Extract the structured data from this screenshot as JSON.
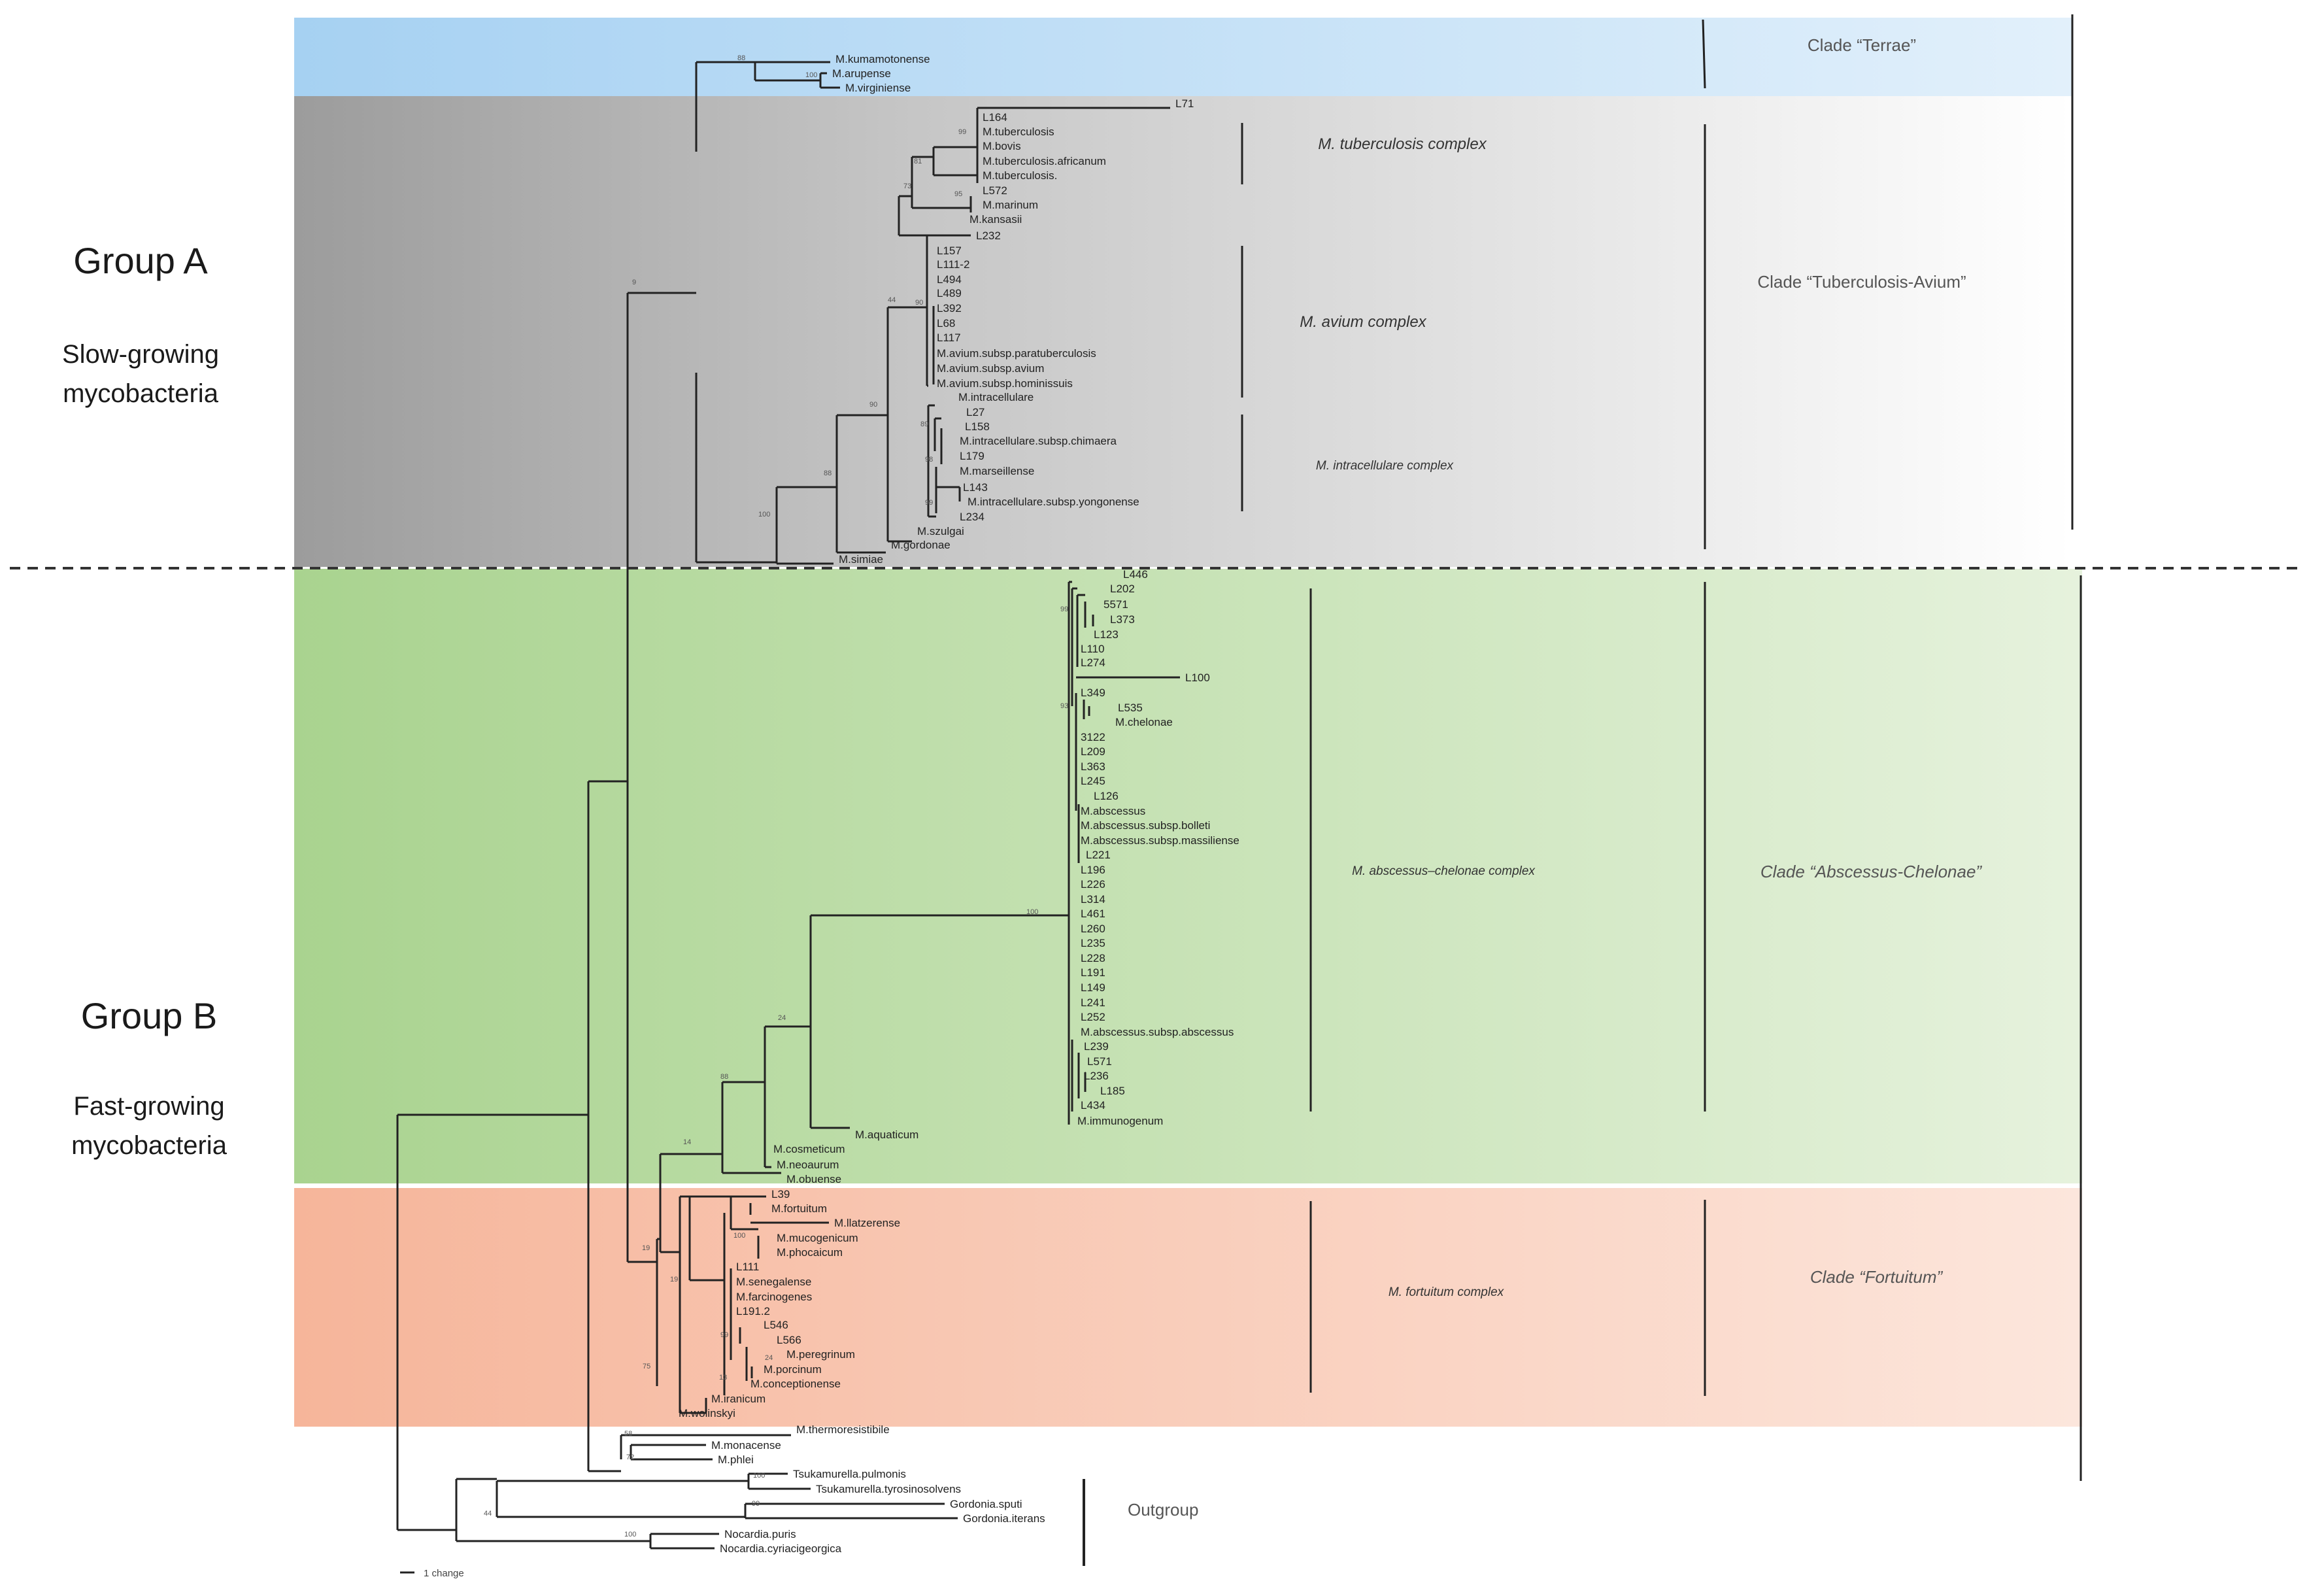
{
  "groups": {
    "a": {
      "title": "Group A",
      "subtitle_line1": "Slow-growing",
      "subtitle_line2": "mycobacteria"
    },
    "b": {
      "title": "Group B",
      "subtitle_line1": "Fast-growing",
      "subtitle_line2": "mycobacteria"
    }
  },
  "clades": {
    "terrae": "Clade “Terrae”",
    "tuberculosis_avium": "Clade “Tuberculosis-Avium”",
    "abscessus_chelonae": "Clade “Abscessus-Chelonae”",
    "fortuitum": "Clade “Fortuitum”",
    "outgroup": "Outgroup"
  },
  "complexes": {
    "tuberculosis": "M. tuberculosis complex",
    "avium": "M. avium complex",
    "intracellulare": "M. intracellulare complex",
    "abscessus": "M. abscessus–chelonae complex",
    "fortuitum": "M. fortuitum complex"
  },
  "scale_label": "1 change",
  "leaves_terrae": [
    "M.kumamotonense",
    "M.arupense",
    "M.virginiense"
  ],
  "leaves_tuberculosis": [
    "L71",
    "L164",
    "M.tuberculosis",
    "M.bovis",
    "M.tuberculosis.africanum",
    "M.tuberculosis.",
    "L572",
    "M.marinum",
    "M.kansasii"
  ],
  "leaves_avium": [
    "L232",
    "L157",
    "L111-2",
    "L494",
    "L489",
    "L392",
    "L68",
    "L117",
    "M.avium.subsp.paratuberculosis",
    "M.avium.subsp.avium",
    "M.avium.subsp.hominissuis"
  ],
  "leaves_intracellulare": [
    "M.intracellulare",
    "L27",
    "L158",
    "M.intracellulare.subsp.chimaera",
    "L179",
    "M.marseillense",
    "L143",
    "M.intracellulare.subsp.yongonense",
    "L234",
    "M.szulgai",
    "M.gordonae",
    "M.simiae"
  ],
  "leaves_abscessus": [
    "L446",
    "L202",
    "5571",
    "L373",
    "L123",
    "L110",
    "L274",
    "L100",
    "L349",
    "L535",
    "M.chelonae",
    "3122",
    "L209",
    "L363",
    "L245",
    "L126",
    "M.abscessus",
    "M.abscessus.subsp.bolleti",
    "M.abscessus.subsp.massiliense",
    "L221",
    "L196",
    "L226",
    "L314",
    "L461",
    "L260",
    "L235",
    "L228",
    "L191",
    "L149",
    "L241",
    "L252",
    "M.abscessus.subsp.abscessus",
    "L239",
    "L571",
    "L236",
    "L185",
    "L434",
    "M.immunogenum"
  ],
  "leaves_other_fast": [
    "M.aquaticum",
    "M.cosmeticum",
    "M.neoaurum",
    "M.obuense"
  ],
  "leaves_fortuitum": [
    "L39",
    "M.fortuitum",
    "M.llatzerense",
    "M.mucogenicum",
    "M.phocaicum",
    "L111",
    "M.senegalense",
    "M.farcinogenes",
    "L191.2",
    "L546",
    "L566",
    "M.peregrinum",
    "M.porcinum",
    "M.conceptionense",
    "M.iranicum",
    "M.wolinskyi"
  ],
  "leaves_basal": [
    "M.thermoresistibile",
    "M.monacense",
    "M.phlei"
  ],
  "leaves_outgroup": [
    "Tsukamurella.pulmonis",
    "Tsukamurella.tyrosinosolvens",
    "Gordonia.sputi",
    "Gordonia.iterans",
    "Nocardia.puris",
    "Nocardia.cyriacigeorgica"
  ],
  "bootstrap": [
    "88",
    "100",
    "9",
    "99",
    "81",
    "73",
    "95",
    "44",
    "90",
    "90",
    "89",
    "88",
    "98",
    "99",
    "100",
    "93",
    "100",
    "24",
    "88",
    "14",
    "99",
    "19",
    "100",
    "19",
    "75",
    "99",
    "13",
    "24",
    "58",
    "72",
    "100",
    "99",
    "44",
    "100"
  ],
  "colors": {
    "terrae": "#a6d1f2",
    "tuberculosis_avium": "#9c9c9c",
    "abscessus_chelonae": "#a9d38f",
    "fortuitum": "#f6b59a",
    "line": "#222222"
  }
}
